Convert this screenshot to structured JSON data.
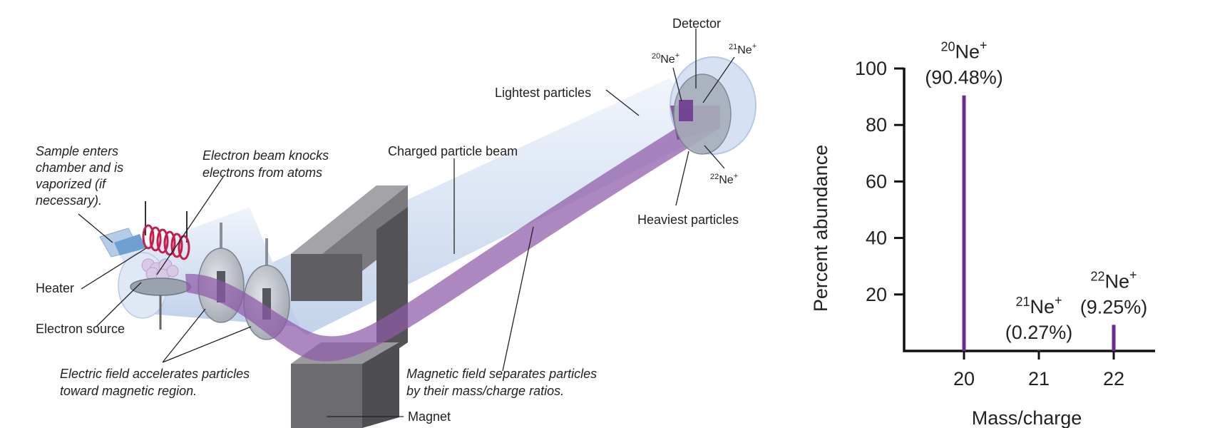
{
  "apparatus": {
    "sample_label": [
      "Sample enters",
      "chamber and is",
      "vaporized (if",
      "necessary)."
    ],
    "beam_knock_label": [
      "Electron beam knocks",
      "electrons from atoms"
    ],
    "heater_label": "Heater",
    "electron_source_label": "Electron source",
    "electric_field_label": [
      "Electric field accelerates particles",
      "toward magnetic region."
    ],
    "charged_beam_label": "Charged particle beam",
    "magnetic_field_label": [
      "Magnetic field separates particles",
      "by their mass/charge ratios."
    ],
    "magnet_label": "Magnet",
    "detector_label": "Detector",
    "lightest_label": "Lightest particles",
    "heaviest_label": "Heaviest particles",
    "ion20": {
      "mass": "20",
      "symbol": "Ne",
      "charge": "+"
    },
    "ion21": {
      "mass": "21",
      "symbol": "Ne",
      "charge": "+"
    },
    "ion22": {
      "mass": "22",
      "symbol": "Ne",
      "charge": "+"
    }
  },
  "chart_data": {
    "type": "bar",
    "categories": [
      "20",
      "21",
      "22"
    ],
    "values": [
      90.48,
      0.27,
      9.25
    ],
    "bar_labels": [
      {
        "mass": "20",
        "symbol": "Ne",
        "charge": "+",
        "percent": "(90.48%)"
      },
      {
        "mass": "21",
        "symbol": "Ne",
        "charge": "+",
        "percent": "(0.27%)"
      },
      {
        "mass": "22",
        "symbol": "Ne",
        "charge": "+",
        "percent": "(9.25%)"
      }
    ],
    "xlabel": "Mass/charge",
    "ylabel": "Percent abundance",
    "yticks": [
      20,
      40,
      60,
      80,
      100
    ],
    "ylim": [
      0,
      100
    ],
    "bar_color": "#6b2c91"
  },
  "colors": {
    "tube": "#c9d8ee",
    "beam": "#8e5aa8",
    "magnet": "#6f6f73",
    "coil": "#c21f4a"
  }
}
